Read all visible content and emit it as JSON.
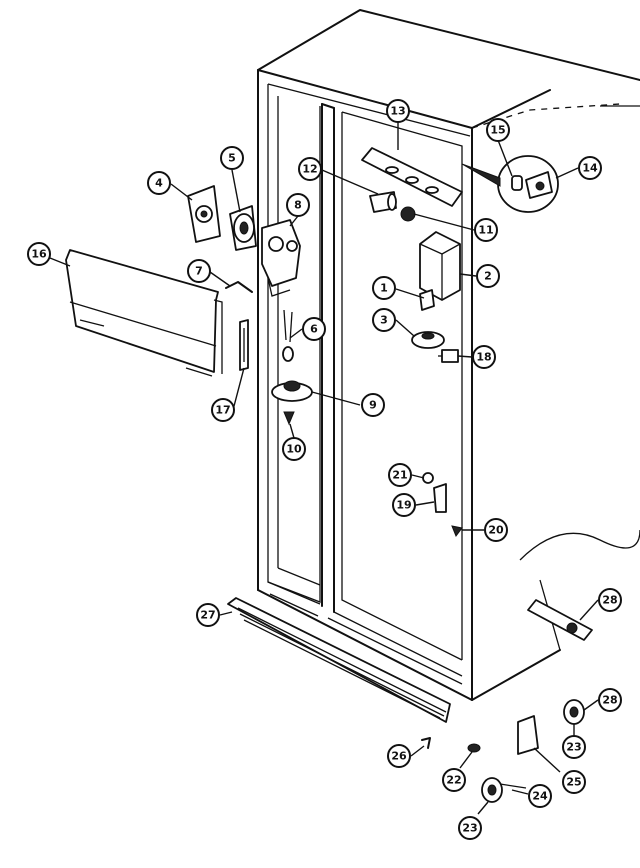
{
  "callouts": [
    {
      "id": "c13",
      "label": "13"
    },
    {
      "id": "c15",
      "label": "15"
    },
    {
      "id": "c14",
      "label": "14"
    },
    {
      "id": "c5",
      "label": "5"
    },
    {
      "id": "c4",
      "label": "4"
    },
    {
      "id": "c12",
      "label": "12"
    },
    {
      "id": "c8",
      "label": "8"
    },
    {
      "id": "c11",
      "label": "11"
    },
    {
      "id": "c16",
      "label": "16"
    },
    {
      "id": "c7",
      "label": "7"
    },
    {
      "id": "c2",
      "label": "2"
    },
    {
      "id": "c1",
      "label": "1"
    },
    {
      "id": "c3",
      "label": "3"
    },
    {
      "id": "c6",
      "label": "6"
    },
    {
      "id": "c18",
      "label": "18"
    },
    {
      "id": "c17",
      "label": "17"
    },
    {
      "id": "c9",
      "label": "9"
    },
    {
      "id": "c10",
      "label": "10"
    },
    {
      "id": "c21",
      "label": "21"
    },
    {
      "id": "c19",
      "label": "19"
    },
    {
      "id": "c20",
      "label": "20"
    },
    {
      "id": "c28a",
      "label": "28"
    },
    {
      "id": "c27",
      "label": "27"
    },
    {
      "id": "c28b",
      "label": "28"
    },
    {
      "id": "c26",
      "label": "26"
    },
    {
      "id": "c25",
      "label": "25"
    },
    {
      "id": "c23a",
      "label": "23"
    },
    {
      "id": "c22",
      "label": "22"
    },
    {
      "id": "c24",
      "label": "24"
    },
    {
      "id": "c23b",
      "label": "23"
    }
  ]
}
